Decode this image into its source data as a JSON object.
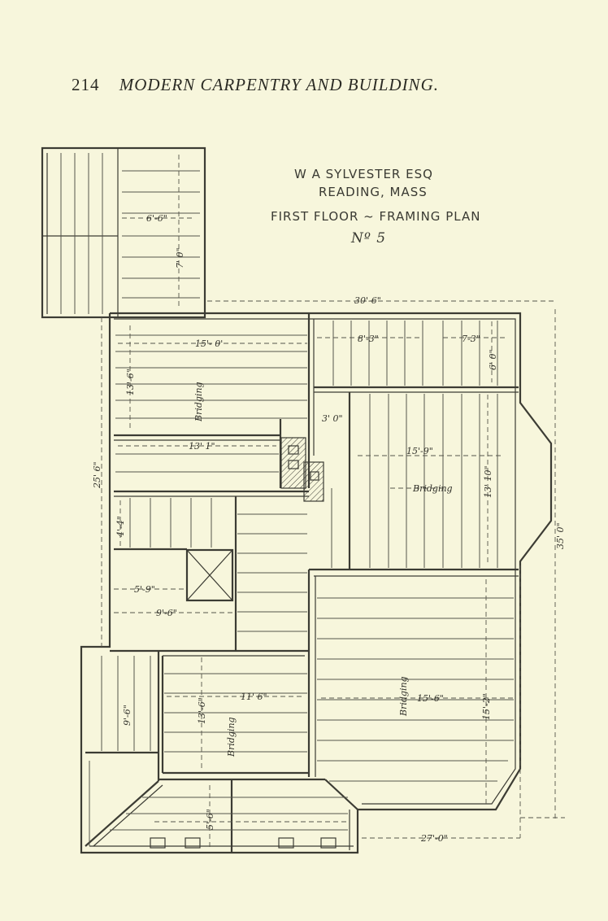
{
  "header": {
    "page_number": "214",
    "book_title": "MODERN CARPENTRY AND BUILDING."
  },
  "caption": {
    "line1": "W A SYLVESTER ESQ",
    "line2": "READING, MASS",
    "line3": "FIRST FLOOR ~ FRAMING PLAN",
    "line4": "Nº 5"
  },
  "dimensions": {
    "porch_top": "6'-6\"",
    "porch_side": "7' 0\"",
    "overall_width": "30'-6\"",
    "room_a_width": "15'- 0'",
    "room_a_depth": "13'-6\"",
    "hall_width": "8'-3\"",
    "pantry_width": "7-3\"",
    "pantry_depth": "6' 0\"",
    "passage": "3' 0\"",
    "room_b_width": "15'-9\"",
    "room_b_depth": "13' 10\"",
    "stair_width": "13' 1\"",
    "overall_depth_left": "25' 6\"",
    "overall_depth_right": "35' 0\"",
    "closet": "4'-4\"",
    "vestibule": "5'-9\"",
    "hall_depth": "9'-6\"",
    "porch_side_b": "9'-6\"",
    "room_c_width": "11' 6\"",
    "room_c_depth": "13'-6\"",
    "room_d_width": "15'-6\"",
    "room_d_depth": "15'-2\"",
    "porch_front": "5'-6\"",
    "bottom_width": "27'-0\""
  },
  "labels": {
    "bridging": "Bridging"
  }
}
